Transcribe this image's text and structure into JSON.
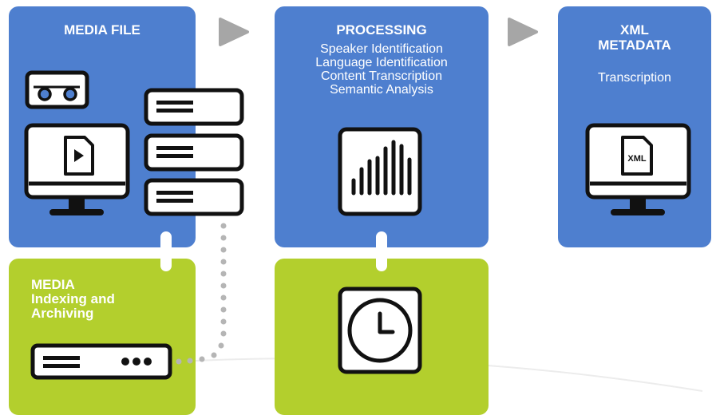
{
  "media_file": {
    "title": "MEDIA FILE"
  },
  "processing": {
    "title": "PROCESSING",
    "tasks": [
      "Speaker Identification",
      "Language Identification",
      "Content Transcription",
      "Semantic Analysis"
    ]
  },
  "xml_metadata": {
    "title_line1": "XML",
    "title_line2": "METADATA",
    "subtitle": "Transcription",
    "file_badge": "XML"
  },
  "media_indexing": {
    "title_line1": "MEDIA",
    "title_line2": "Indexing and",
    "title_line3": "Archiving"
  },
  "colors": {
    "blue": "#4e7fcf",
    "green": "#b3cf2d",
    "arrow_gray": "#a6a6a6",
    "dot_gray": "#b5b5b5",
    "icon_stroke": "#111111"
  },
  "icons": [
    "cassette-icon",
    "video-file-monitor-icon",
    "document-stack-icon",
    "audio-waveform-icon",
    "clock-icon",
    "xml-file-monitor-icon",
    "server-rack-icon"
  ]
}
